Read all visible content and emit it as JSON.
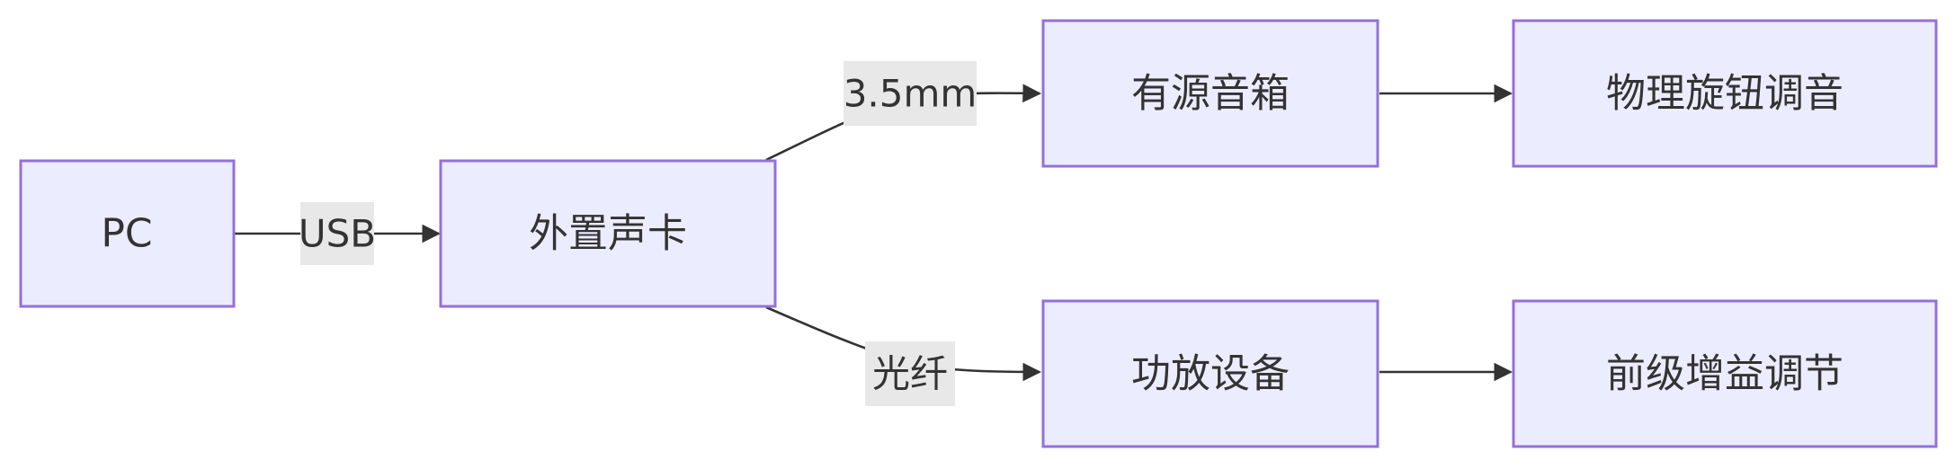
{
  "nodes": {
    "pc": "PC",
    "sound_card": "外置声卡",
    "active_speaker": "有源音箱",
    "knob_tuning": "物理旋钮调音",
    "amplifier": "功放设备",
    "preamp_gain": "前级增益调节"
  },
  "edges": {
    "pc_to_card": "USB",
    "card_to_speaker": "3.5mm",
    "card_to_amp": "光纤"
  },
  "colors": {
    "node_fill": "#ececff",
    "node_stroke": "#9370db",
    "edge": "#333333",
    "label_bg": "#e8e8e8"
  }
}
